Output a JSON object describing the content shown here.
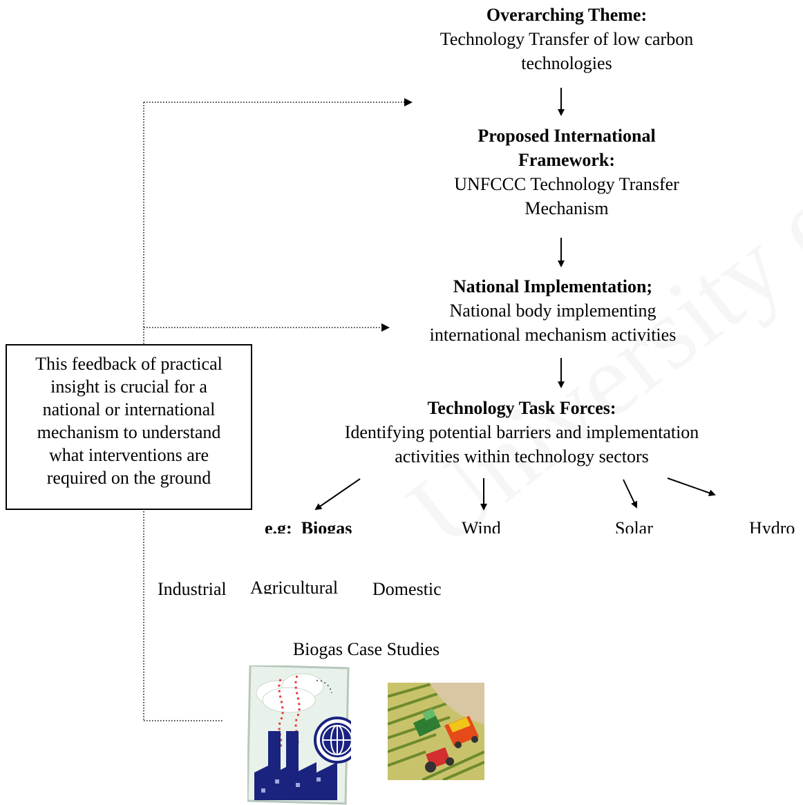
{
  "watermark": "University of Cape Town",
  "theme": {
    "heading": "Overarching Theme:",
    "line1": "Technology Transfer of low carbon",
    "line2": "technologies"
  },
  "framework": {
    "heading1": "Proposed International",
    "heading2": "Framework:",
    "line1": "UNFCCC Technology Transfer",
    "line2": "Mechanism"
  },
  "national": {
    "heading": "National Implementation;",
    "line1": "National body implementing",
    "line2": "international mechanism activities"
  },
  "taskforces": {
    "heading": "Technology Task Forces:",
    "line1": "Identifying potential barriers and implementation",
    "line2": "activities within technology sectors"
  },
  "feedback_box": {
    "lines": [
      "This feedback of practical",
      "insight is crucial for a",
      "national or international",
      "mechanism to understand",
      "what interventions are",
      "required on the ground"
    ]
  },
  "sectors": {
    "eg": "e.g:",
    "biogas": "Biogas",
    "wind": "Wind",
    "solar": "Solar",
    "hydro": "Hydro"
  },
  "biogas_types": {
    "industrial": "Industrial",
    "agricultural": "Agricultural",
    "domestic": "Domestic"
  },
  "case_studies": {
    "label": "Biogas Case Studies"
  },
  "colors": {
    "factory_bg": "#e9f2ea",
    "factory": "#1a237e",
    "smoke": "#e53935",
    "globe": "#1a237e",
    "field": "#c8c36a",
    "combine": "#2e7d32",
    "trailer": "#e64a19",
    "tractor": "#d32f2f"
  }
}
